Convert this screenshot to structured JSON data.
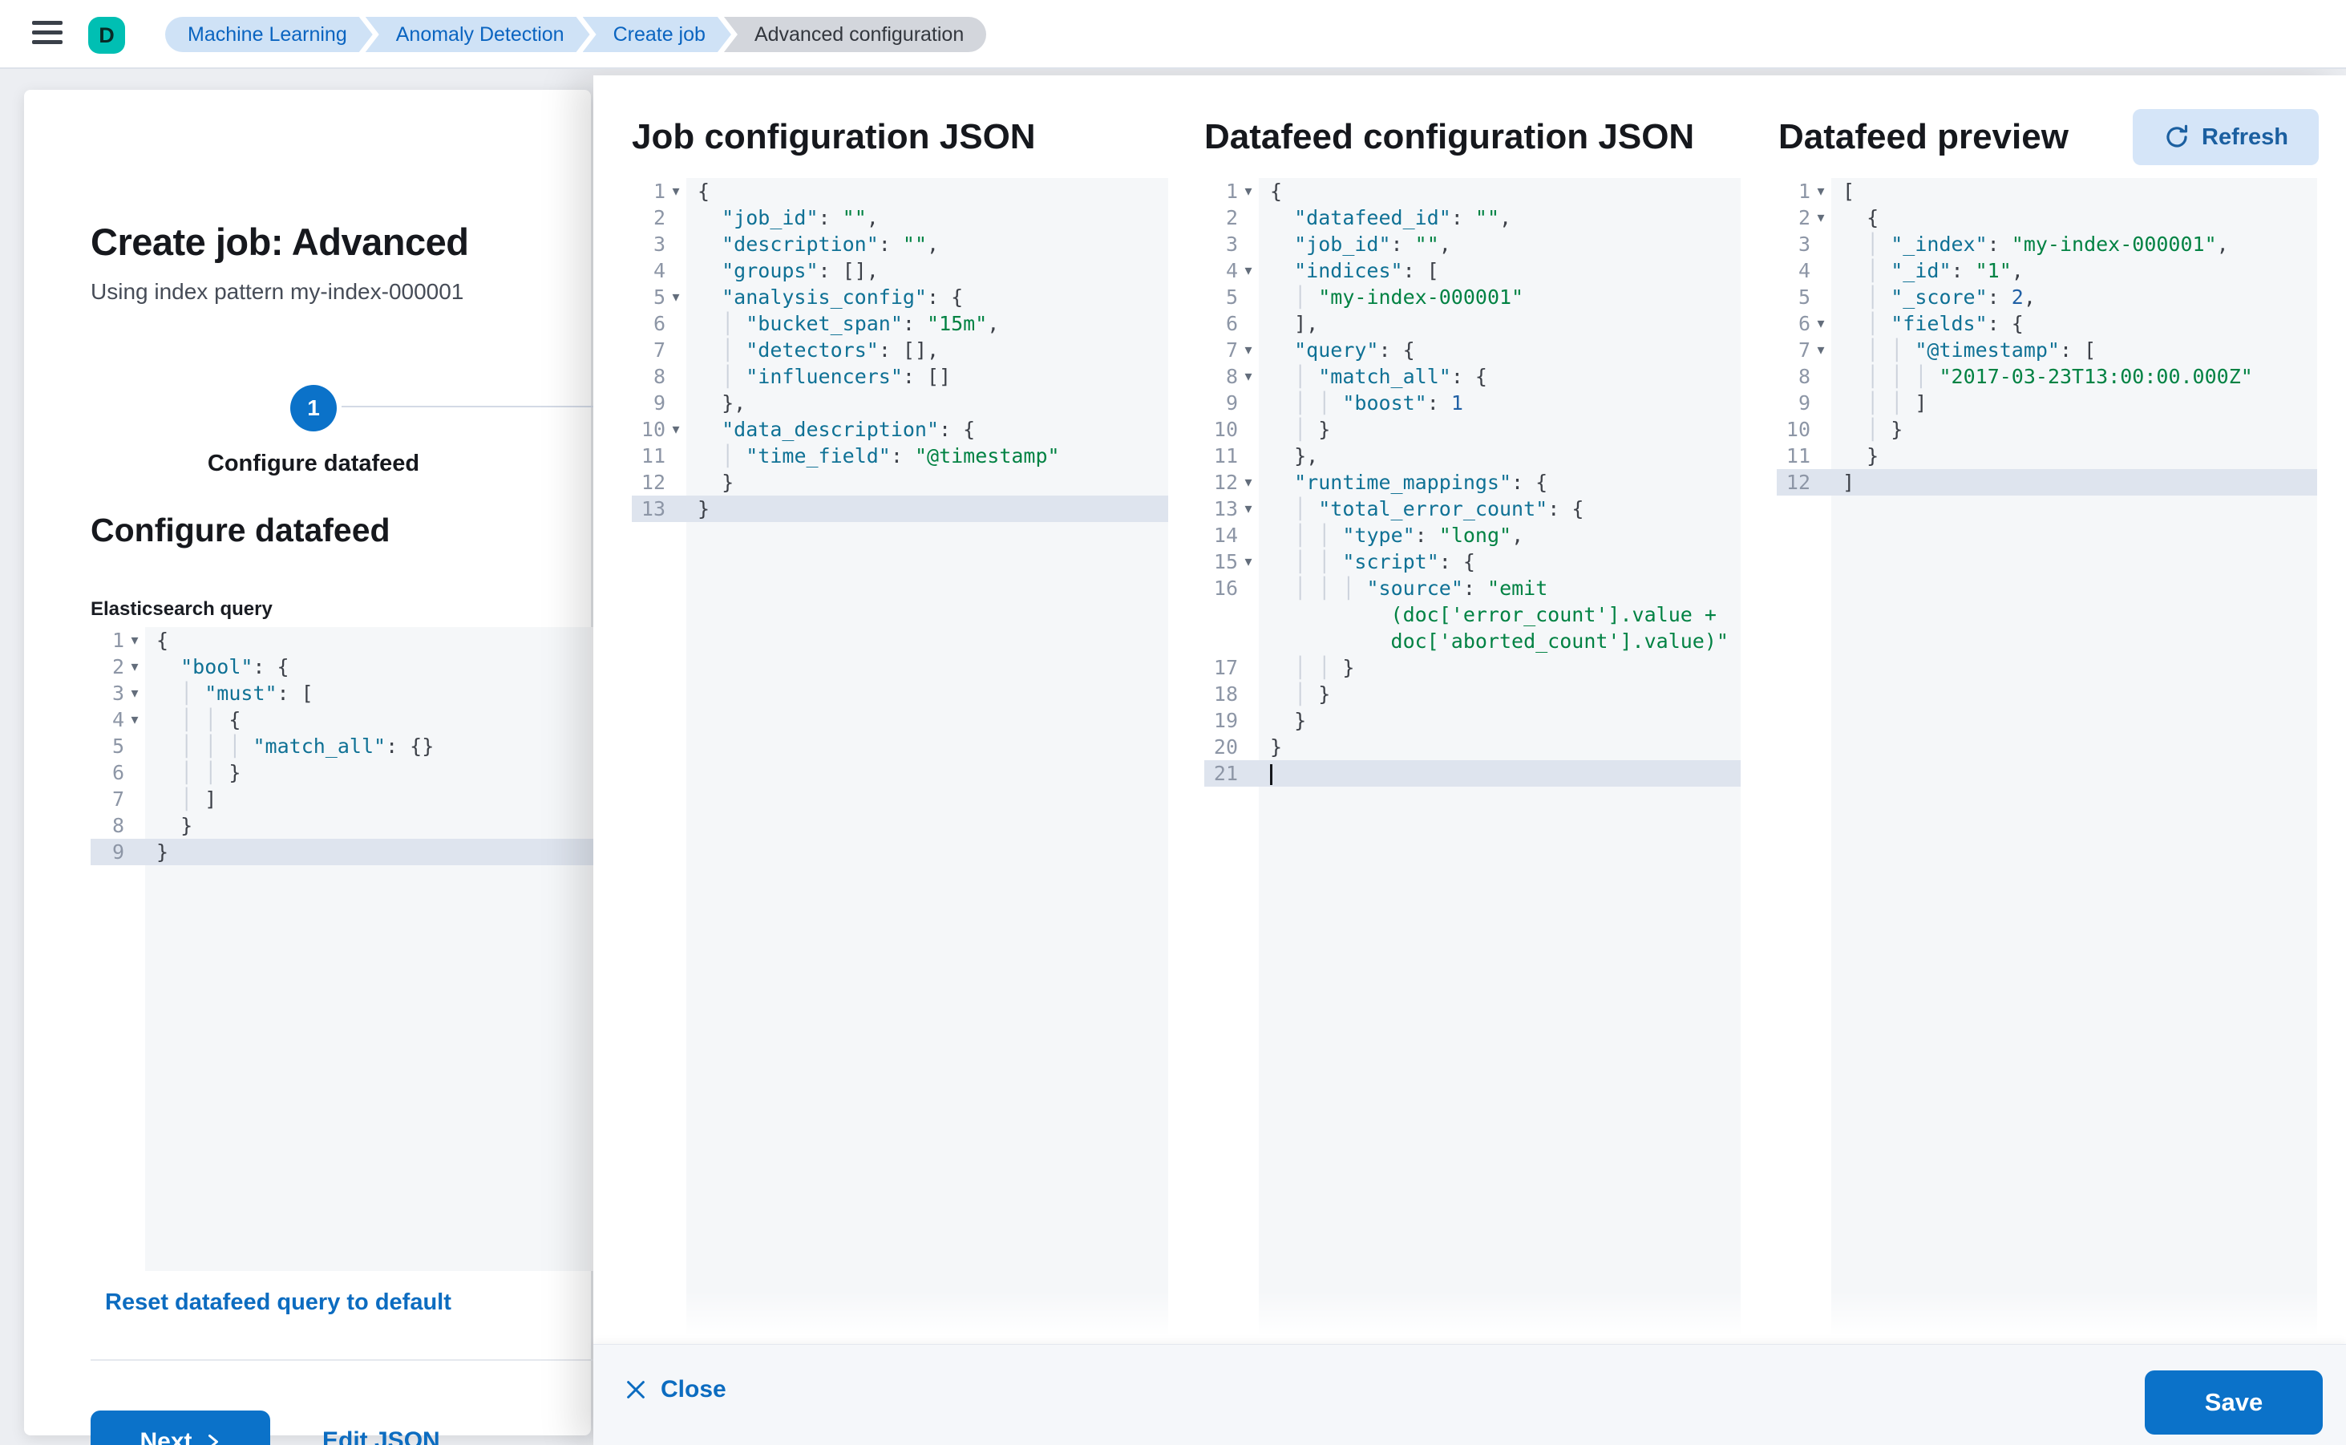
{
  "colors": {
    "primary_blue": "#0b72c9",
    "link_blue": "#0c6cc0",
    "avatar_teal": "#00bfb3",
    "breadcrumb_bg": "#cfe2f6",
    "breadcrumb_text": "#0a64c0",
    "breadcrumb_last_bg": "#d3d6dc",
    "refresh_bg": "#d5e5f8",
    "code_key": "#0f7195",
    "code_string": "#018243",
    "code_number": "#2060a5",
    "line_highlight": "#dee4ee"
  },
  "topbar": {
    "avatar": "D",
    "breadcrumbs": [
      "Machine Learning",
      "Anomaly Detection",
      "Create job",
      "Advanced configuration"
    ]
  },
  "wizard": {
    "title": "Create job: Advanced",
    "subtitle": "Using index pattern my-index-000001",
    "step_number": "1",
    "step_label": "Configure datafeed",
    "section_heading": "Configure datafeed",
    "query_label": "Elasticsearch query",
    "reset_link": "Reset datafeed query to default",
    "next_button": "Next",
    "edit_json_button": "Edit JSON"
  },
  "flyout": {
    "refresh_button": "Refresh",
    "close_button": "Close",
    "save_button": "Save",
    "job_config": {
      "title": "Job configuration JSON",
      "lines": [
        {
          "n": "1",
          "t": "{",
          "fold": true
        },
        {
          "n": "2",
          "t": "  \"job_id\": \"\","
        },
        {
          "n": "3",
          "t": "  \"description\": \"\","
        },
        {
          "n": "4",
          "t": "  \"groups\": [],"
        },
        {
          "n": "5",
          "t": "  \"analysis_config\": {",
          "fold": true
        },
        {
          "n": "6",
          "t": "    \"bucket_span\": \"15m\","
        },
        {
          "n": "7",
          "t": "    \"detectors\": [],"
        },
        {
          "n": "8",
          "t": "    \"influencers\": []"
        },
        {
          "n": "9",
          "t": "  },"
        },
        {
          "n": "10",
          "t": "  \"data_description\": {",
          "fold": true
        },
        {
          "n": "11",
          "t": "    \"time_field\": \"@timestamp\""
        },
        {
          "n": "12",
          "t": "  }"
        },
        {
          "n": "13",
          "t": "}",
          "hl": true
        }
      ]
    },
    "datafeed_config": {
      "title": "Datafeed configuration JSON",
      "lines": [
        {
          "n": "1",
          "t": "{",
          "fold": true
        },
        {
          "n": "2",
          "t": "  \"datafeed_id\": \"\","
        },
        {
          "n": "3",
          "t": "  \"job_id\": \"\","
        },
        {
          "n": "4",
          "t": "  \"indices\": [",
          "fold": true
        },
        {
          "n": "5",
          "t": "    \"my-index-000001\""
        },
        {
          "n": "6",
          "t": "  ],"
        },
        {
          "n": "7",
          "t": "  \"query\": {",
          "fold": true
        },
        {
          "n": "8",
          "t": "    \"match_all\": {",
          "fold": true
        },
        {
          "n": "9",
          "t": "      \"boost\": 1"
        },
        {
          "n": "10",
          "t": "    }"
        },
        {
          "n": "11",
          "t": "  },"
        },
        {
          "n": "12",
          "t": "  \"runtime_mappings\": {",
          "fold": true
        },
        {
          "n": "13",
          "t": "    \"total_error_count\": {",
          "fold": true
        },
        {
          "n": "14",
          "t": "      \"type\": \"long\","
        },
        {
          "n": "15",
          "t": "      \"script\": {",
          "fold": true
        },
        {
          "n": "16",
          "t": "        \"source\": \"emit"
        },
        {
          "n": "",
          "t": "          (doc['error_count'].value +",
          "cont": true
        },
        {
          "n": "",
          "t": "          doc['aborted_count'].value)\"",
          "cont": true
        },
        {
          "n": "17",
          "t": "      }"
        },
        {
          "n": "18",
          "t": "    }"
        },
        {
          "n": "19",
          "t": "  }"
        },
        {
          "n": "20",
          "t": "}"
        },
        {
          "n": "21",
          "t": "",
          "hl": true,
          "cursor": true
        }
      ]
    },
    "datafeed_preview": {
      "title": "Datafeed preview",
      "lines": [
        {
          "n": "1",
          "t": "[",
          "fold": true
        },
        {
          "n": "2",
          "t": "  {",
          "fold": true
        },
        {
          "n": "3",
          "t": "    \"_index\": \"my-index-000001\","
        },
        {
          "n": "4",
          "t": "    \"_id\": \"1\","
        },
        {
          "n": "5",
          "t": "    \"_score\": 2,"
        },
        {
          "n": "6",
          "t": "    \"fields\": {",
          "fold": true
        },
        {
          "n": "7",
          "t": "      \"@timestamp\": [",
          "fold": true
        },
        {
          "n": "8",
          "t": "        \"2017-03-23T13:00:00.000Z\""
        },
        {
          "n": "9",
          "t": "      ]"
        },
        {
          "n": "10",
          "t": "    }"
        },
        {
          "n": "11",
          "t": "  }"
        },
        {
          "n": "12",
          "t": "]",
          "hl": true
        }
      ]
    }
  },
  "es_query": {
    "lines": [
      {
        "n": "1",
        "t": "{",
        "fold": true
      },
      {
        "n": "2",
        "t": "  \"bool\": {",
        "fold": true
      },
      {
        "n": "3",
        "t": "    \"must\": [",
        "fold": true
      },
      {
        "n": "4",
        "t": "      {",
        "fold": true
      },
      {
        "n": "5",
        "t": "        \"match_all\": {}"
      },
      {
        "n": "6",
        "t": "      }"
      },
      {
        "n": "7",
        "t": "    ]"
      },
      {
        "n": "8",
        "t": "  }"
      },
      {
        "n": "9",
        "t": "}",
        "hl": true
      }
    ]
  }
}
